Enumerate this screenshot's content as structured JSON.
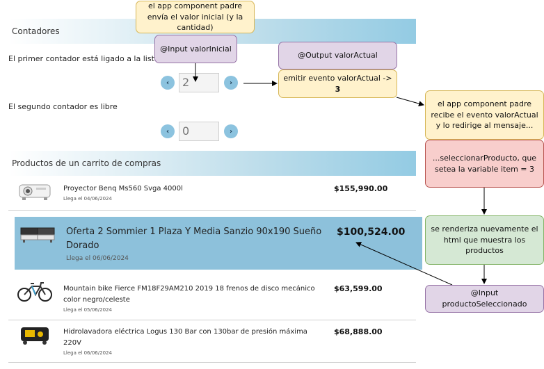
{
  "counters_section": {
    "title": "Contadores",
    "first_label": "El primer contador está ligado a la list",
    "first_value": "2",
    "second_label": "El segundo contador es libre",
    "second_value": "0",
    "left_arrow": "‹",
    "right_arrow": "›"
  },
  "products_section": {
    "title": "Productos de un carrito de compras",
    "items": [
      {
        "name": "Proyector Benq Ms560 Svga 4000l",
        "date": "Llega el 04/06/2024",
        "price": "$155,990.00",
        "icon": "projector-icon"
      },
      {
        "name": "Oferta 2 Sommier 1 Plaza Y Media Sanzio 90x190 Sueño Dorado",
        "date": "Llega el 06/06/2024",
        "price": "$100,524.00",
        "icon": "mattress-icon",
        "selected": true
      },
      {
        "name": "Mountain bike Fierce FM18F29AM210 2019 18 frenos de disco mecánico color negro/celeste",
        "date": "Llega el 05/06/2024",
        "price": "$63,599.00",
        "icon": "bicycle-icon"
      },
      {
        "name": "Hidrolavadora eléctrica Logus 130 Bar con 130bar de presión máxima 220V",
        "date": "Llega el 06/06/2024",
        "price": "$68,888.00",
        "icon": "pressure-washer-icon"
      }
    ]
  },
  "notes": {
    "parent_sends": "el app component padre envía el valor inicial (y la cantidad)",
    "input_initial": "@Input valorInicial",
    "output_actual": "@Output valorActual",
    "emit_event_prefix": "emitir evento valorActual -> ",
    "emit_event_value": "3",
    "parent_receives": "el app component padre recibe el evento valorActual y lo redirige al mensaje...",
    "select_product": "...seleccionarProducto, que setea la variable item = 3",
    "rerender": "se renderiza nuevamente el html que muestra los productos",
    "input_selected": "@Input productoSeleccionado"
  },
  "colors": {
    "header_gradient_end": "#93cbe3",
    "selected_row": "#8dc1db",
    "note_yellow": "#fff2cc",
    "note_purple": "#e1d5e7",
    "note_red": "#f8cecc",
    "note_green": "#d5e8d4"
  }
}
